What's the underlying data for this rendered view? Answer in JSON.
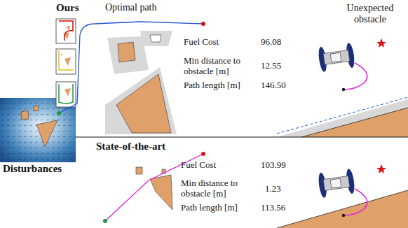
{
  "diagram": {
    "labels": [
      "Ours",
      "Optimal path",
      "Unexpected obstacle",
      "Fuel Cost",
      "96.08",
      "Min distance to obstacle [m]",
      "12.55",
      "Path length [m]",
      "146.50",
      "State-of-the-art",
      "Disturbances",
      "Fuel Cost",
      "103.99",
      "Min distance to obstacle [m]",
      "1.23",
      "Path length [m]",
      "113.56"
    ]
  }
}
